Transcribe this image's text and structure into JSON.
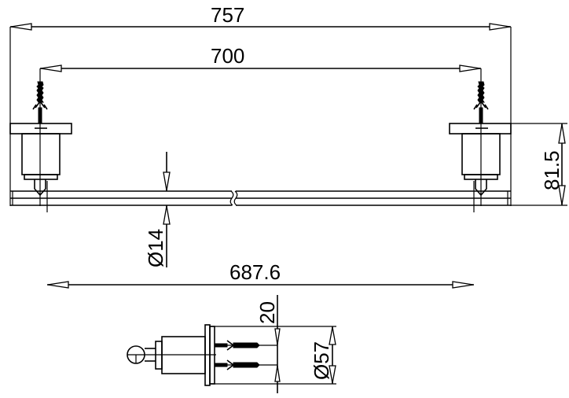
{
  "drawing": {
    "title": "Towel bar dimension drawing",
    "views": [
      "front-view",
      "side-view"
    ],
    "units": "mm",
    "line_color": "#000000",
    "background_color": "#ffffff"
  },
  "dimensions": {
    "overall_length": "757",
    "mounting_center_distance": "700",
    "bar_length": "687.6",
    "bar_diameter": "Ø14",
    "projection_depth": "81.5",
    "screw_spacing": "20",
    "base_diameter": "Ø57"
  }
}
